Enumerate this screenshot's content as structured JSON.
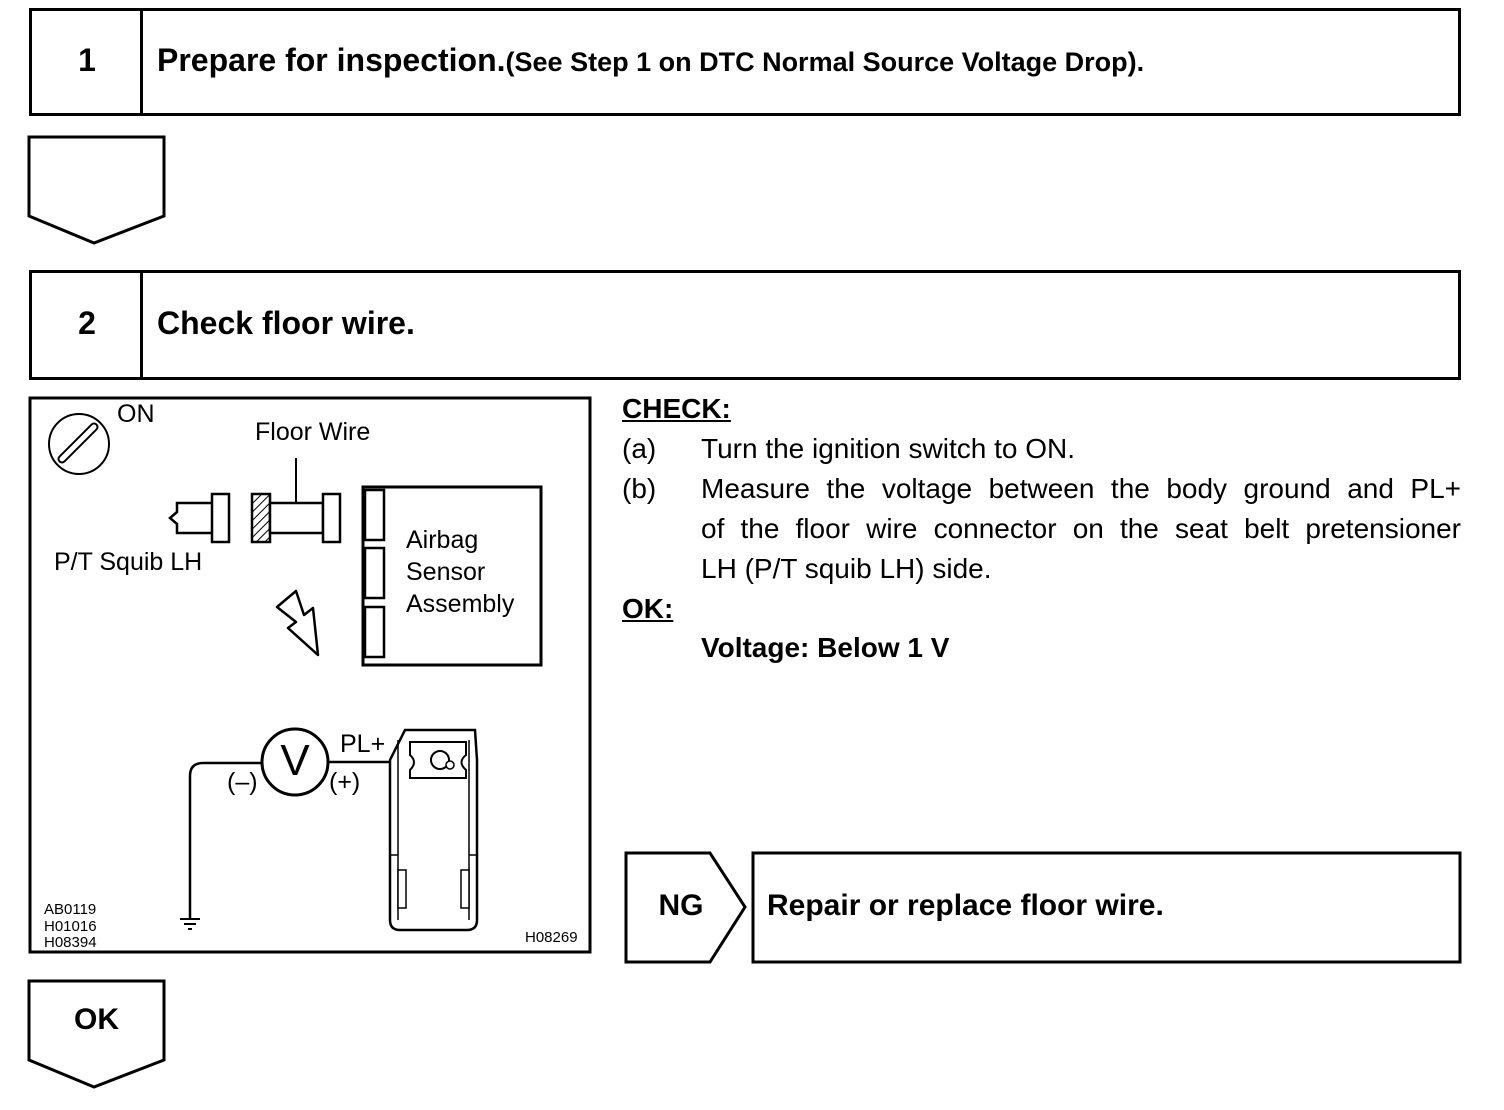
{
  "step1": {
    "number": "1",
    "title": "Prepare for inspection.",
    "title_note": "(See Step 1 on DTC Normal Source Voltage Drop)."
  },
  "step2": {
    "number": "2",
    "title": "Check floor wire."
  },
  "figure": {
    "switch_label": "ON",
    "floor_wire_label": "Floor Wire",
    "squib_label": "P/T Squib LH",
    "sensor_label_1": "Airbag",
    "sensor_label_2": "Sensor",
    "sensor_label_3": "Assembly",
    "meter_symbol": "V",
    "terminal_label": "PL+",
    "neg_label": "(–)",
    "pos_label": "(+)",
    "codes_left": [
      "AB0119",
      "H01016",
      "H08394"
    ],
    "code_right": "H08269"
  },
  "check": {
    "heading": "CHECK:",
    "items": [
      {
        "marker": "(a)",
        "lines": [
          "Turn the ignition switch to ON."
        ]
      },
      {
        "marker": "(b)",
        "lines": [
          "Measure the voltage between the body ground and PL+",
          "of the floor wire connector on the seat belt pretensioner",
          "LH (P/T squib LH) side."
        ]
      }
    ]
  },
  "ok": {
    "heading": "OK:",
    "spec": "Voltage: Below 1 V"
  },
  "ng": {
    "label": "NG",
    "action": "Repair or replace floor wire."
  },
  "ok_arrow": {
    "label": "OK"
  }
}
